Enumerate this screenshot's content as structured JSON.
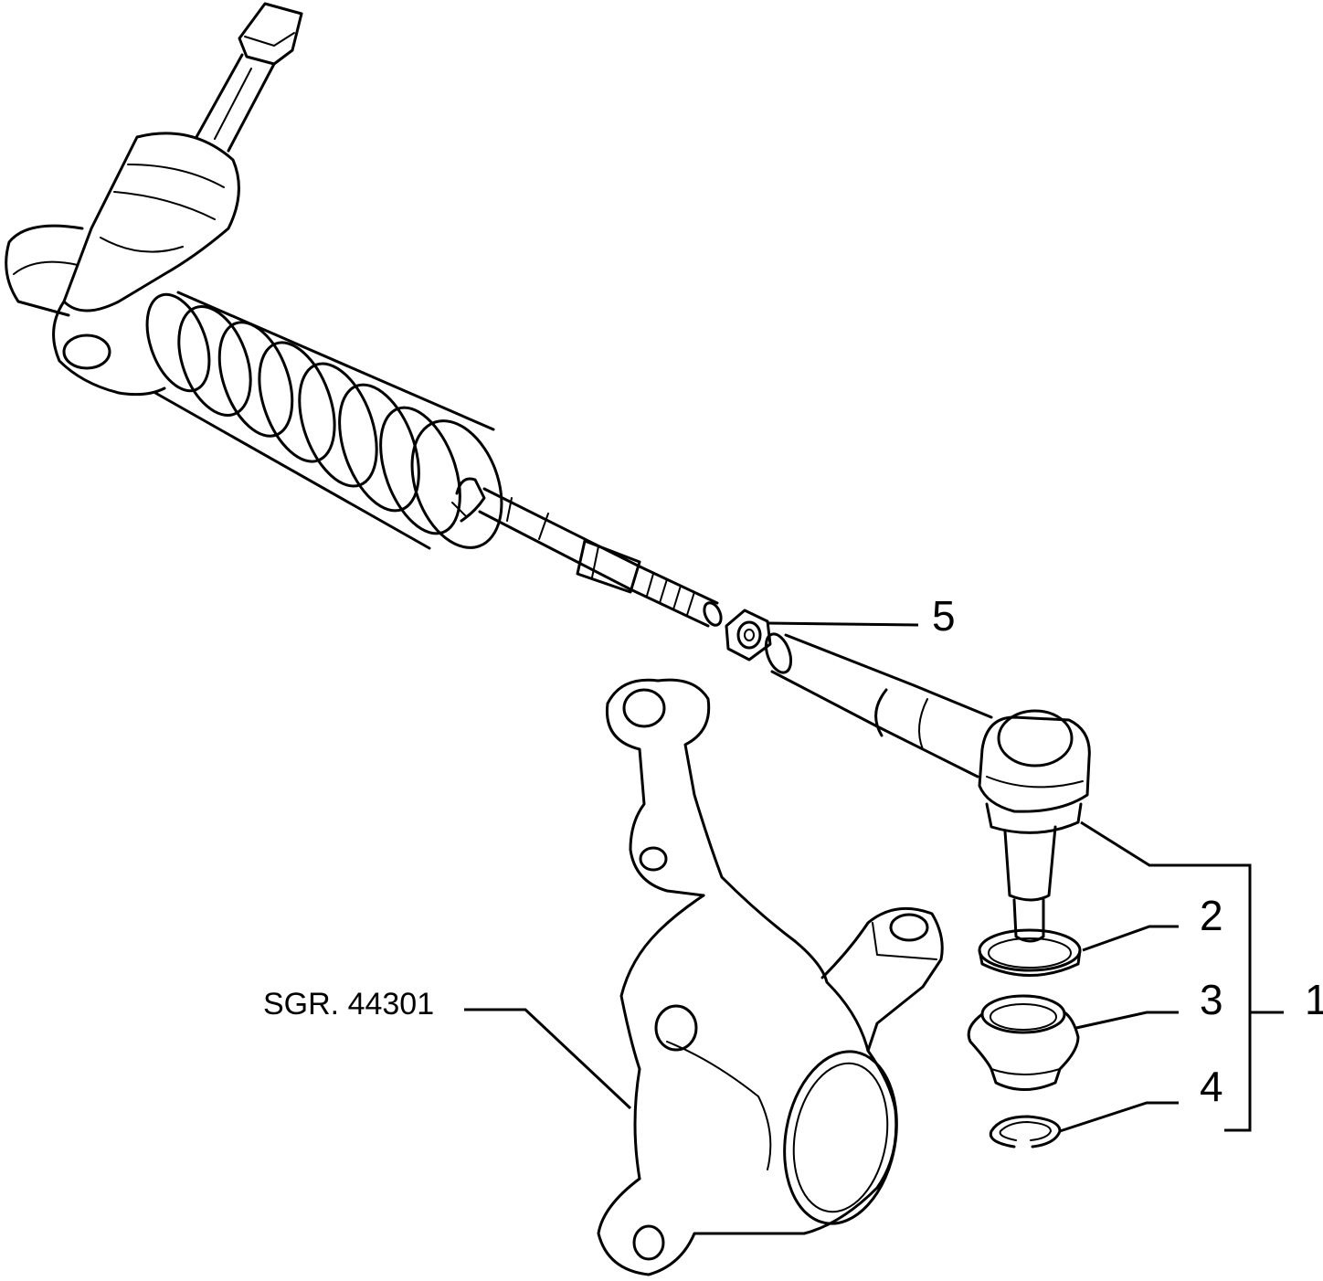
{
  "callouts": {
    "five": "5",
    "two": "2",
    "three": "3",
    "four": "4",
    "one": "1"
  },
  "reference": "SGR. 44301",
  "colors": {
    "line": "#000000",
    "background": "#ffffff"
  }
}
